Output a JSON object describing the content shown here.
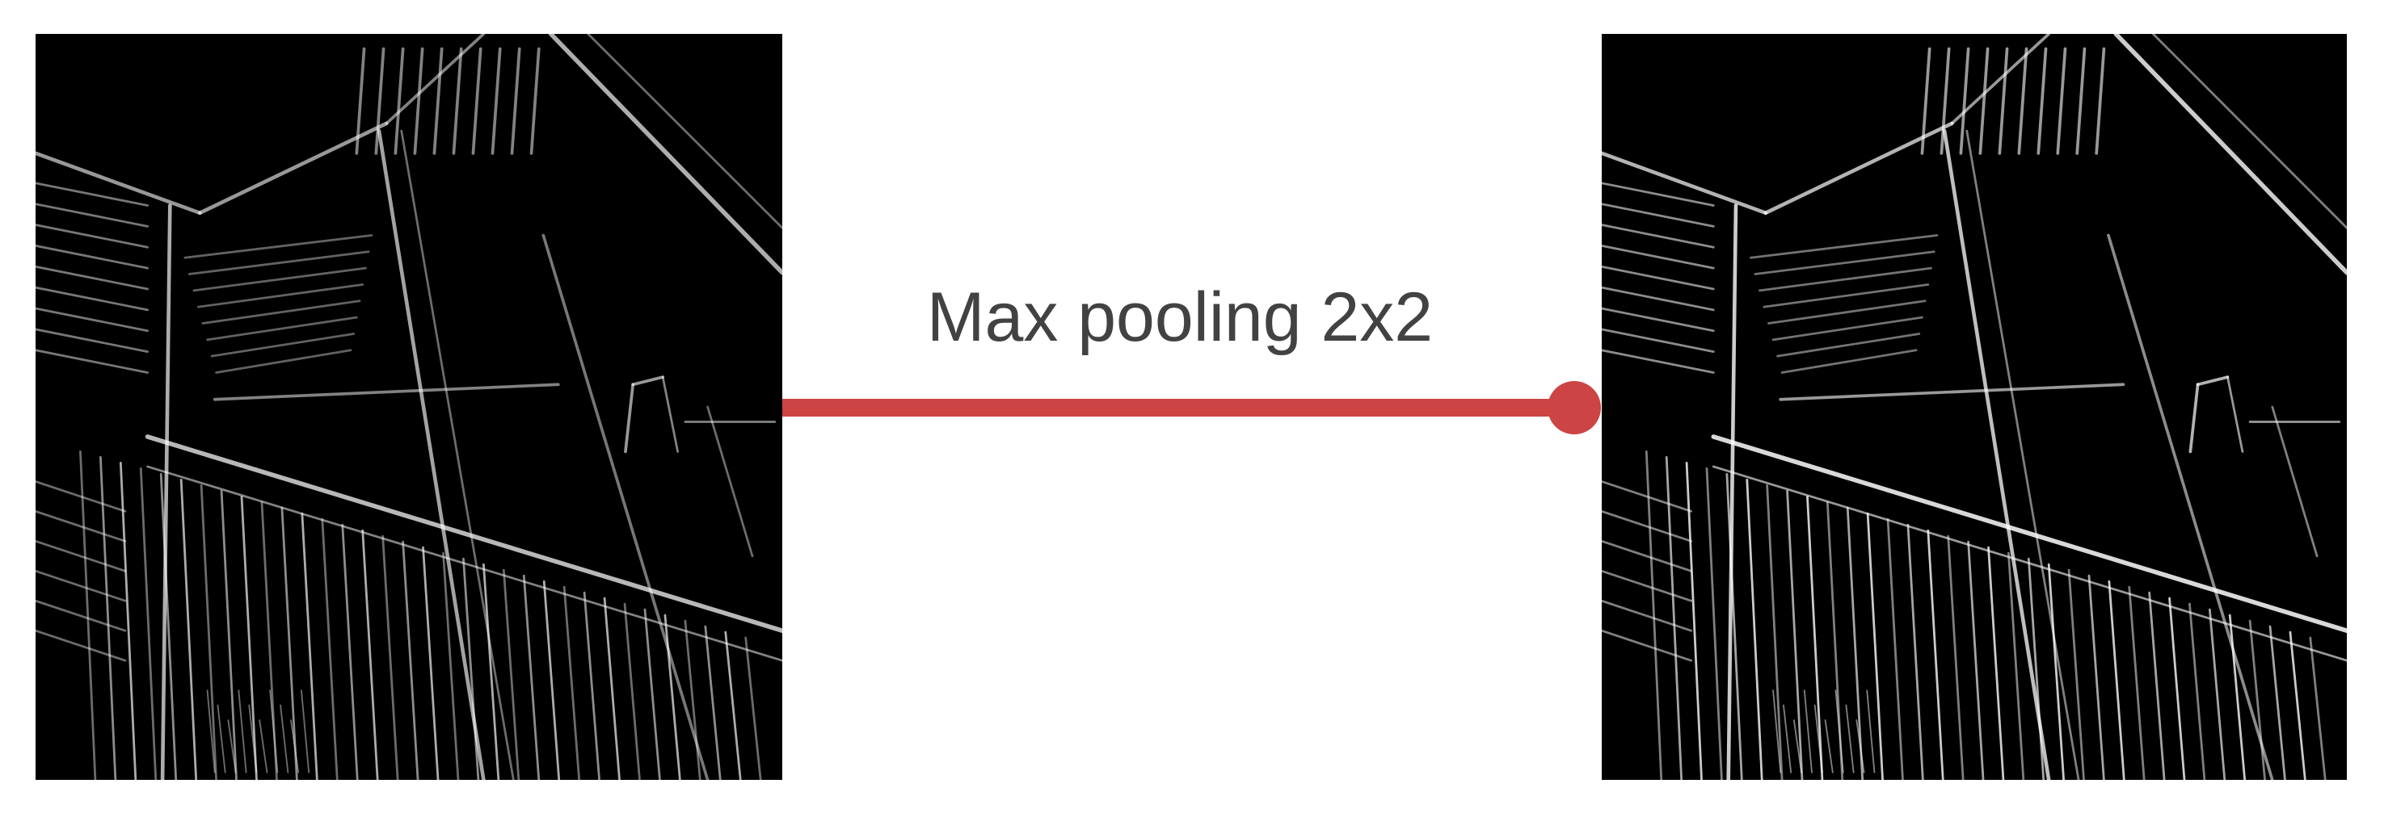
{
  "caption": "Max pooling 2x2",
  "input_image": {
    "description_icon": "staircase-edge-map-image"
  },
  "output_image": {
    "description_icon": "staircase-edge-map-pooled-image"
  },
  "colors": {
    "connector": "#cc4444",
    "caption_text": "#424242",
    "image_background": "#000000",
    "edge_lines": "#ffffff"
  }
}
